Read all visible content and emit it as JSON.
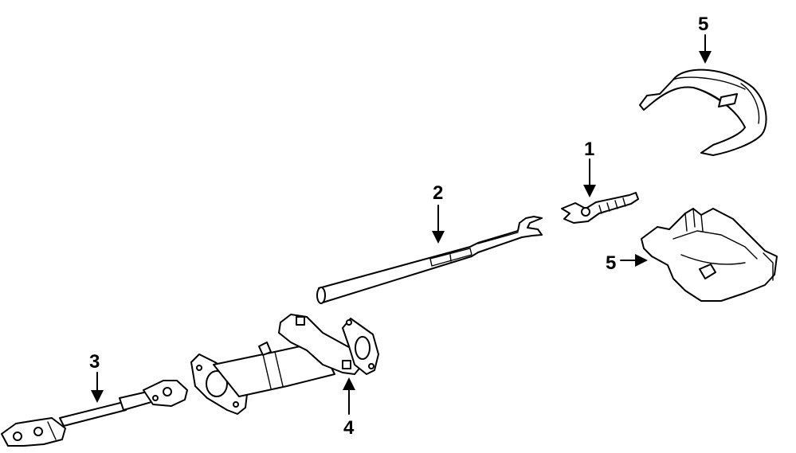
{
  "diagram": {
    "callouts": {
      "c1": "1",
      "c2": "2",
      "c3": "3",
      "c4": "4",
      "c5_top": "5",
      "c5_lower": "5"
    }
  }
}
